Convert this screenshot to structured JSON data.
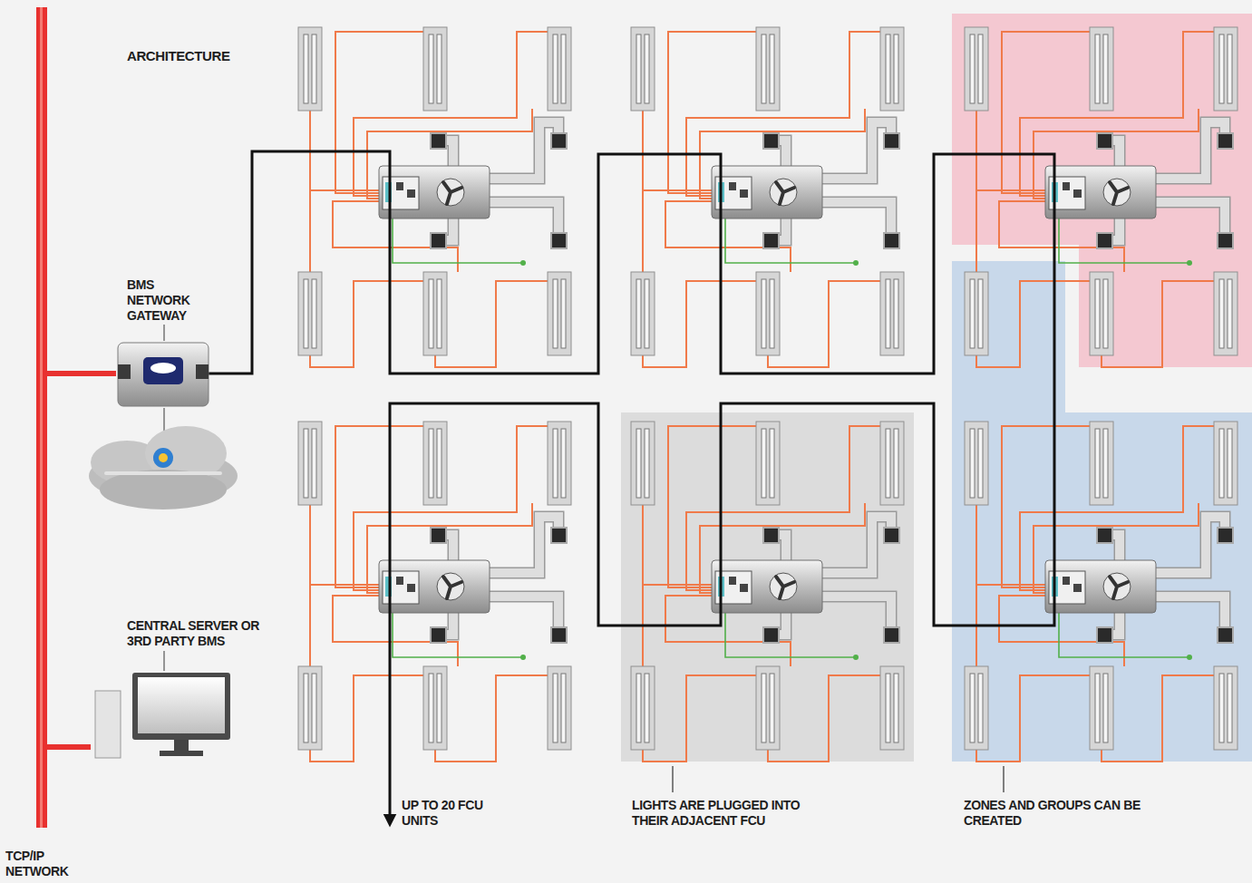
{
  "diagram": {
    "title": "ARCHITECTURE",
    "nodes": [
      {
        "text": [
          "TCP/IP NETWORK"
        ]
      },
      {
        "text": [
          "BMS NETWORK GATEWAY"
        ]
      },
      {
        "text": [
          "CENTRAL SERVER OR 3RD PARTY BMS"
        ]
      }
    ],
    "edges": [
      {
        "from": 1,
        "to": 0,
        "arrow": "none"
      },
      {
        "from": 2,
        "to": 0,
        "arrow": "none"
      }
    ],
    "labels": [
      "UP TO 20 FCU UNITS",
      "LIGHTS ARE PLUGGED INTO THEIR ADJACENT FCU",
      "ZONES AND GROUPS CAN BE CREATED"
    ]
  }
}
